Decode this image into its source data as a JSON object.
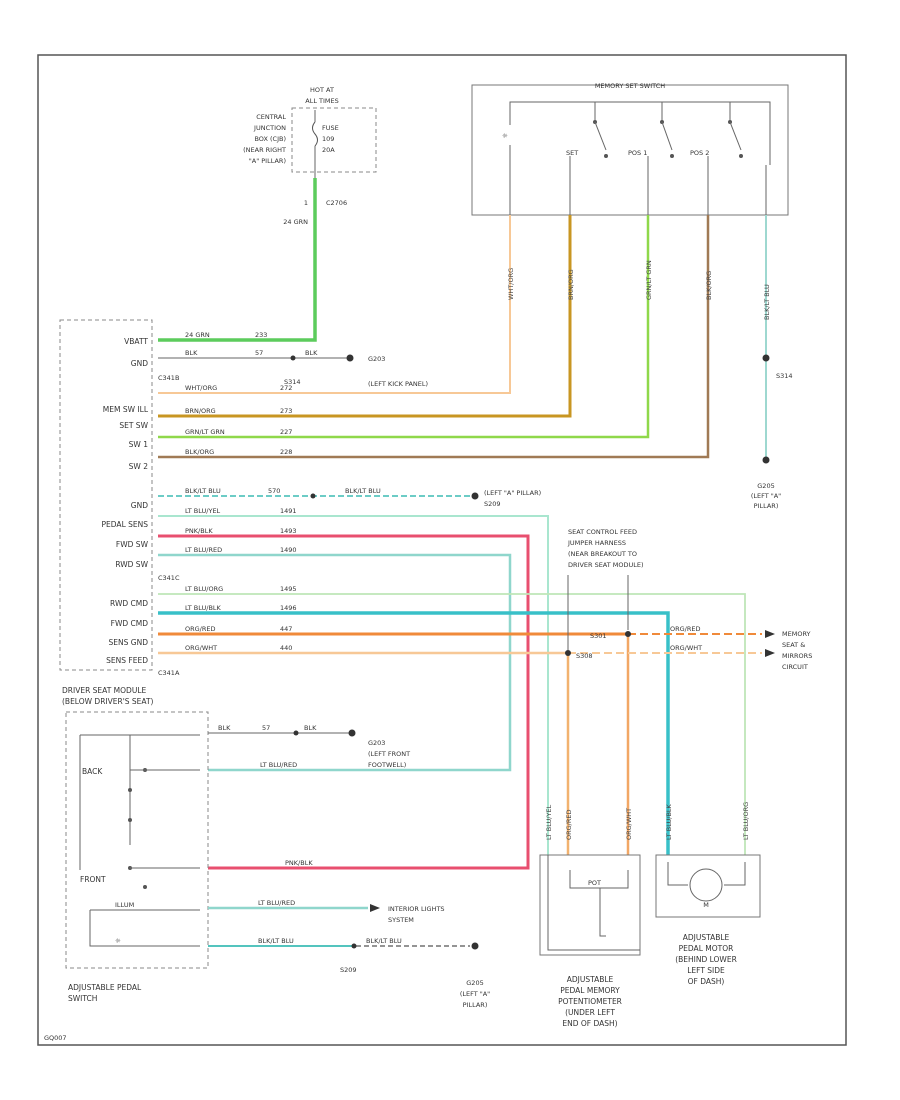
{
  "fuse_block": {
    "hot_at": "HOT AT",
    "all_times": "ALL TIMES",
    "location_lines": [
      "CENTRAL",
      "JUNCTION",
      "BOX (CJB)",
      "(NEAR RIGHT",
      "\"A\" PILLAR)"
    ],
    "fuse_label": "FUSE",
    "fuse_number": "109",
    "fuse_rating": "20A",
    "pin": "1",
    "connector": "C2706",
    "wire_label": "24 GRN"
  },
  "memory_switch": {
    "title": "MEMORY SET SWITCH",
    "switch_labels": [
      "SET",
      "POS 1",
      "POS 2"
    ],
    "wire_labels": [
      "WHT/ORG",
      "BRN/ORG",
      "GRN/LT GRN",
      "BLK/ORG",
      "BLK/LT BLU"
    ],
    "splice": "S314",
    "ground": "G205",
    "ground_location": [
      "(LEFT \"A\"",
      "PILLAR)"
    ]
  },
  "module": {
    "title": "DRIVER SEAT MODULE",
    "subtitle": "(BELOW DRIVER'S SEAT)",
    "connectors": [
      "C341B",
      "C341C",
      "C341A"
    ],
    "pin_names": [
      "VBATT",
      "GND",
      "MEM SW ILL",
      "SET SW",
      "SW 1",
      "SW 2",
      "GND",
      "PEDAL SENS",
      "FWD SW",
      "RWD SW",
      "RWD CMD",
      "FWD CMD",
      "SENS GND",
      "SENS FEED"
    ]
  },
  "wires": {
    "vbatt": "24 GRN",
    "vbatt_circuit": "233",
    "gnd": "BLK",
    "gnd_circuit": "57",
    "gnd_end": "BLK",
    "splice_top": "S314",
    "memsw": "WHT/ORG",
    "memsw_circuit": "272",
    "setsw": "BRN/ORG",
    "setsw_circuit": "273",
    "sw1": "GRN/LT GRN",
    "sw1_circuit": "227",
    "sw2": "BLK/ORG",
    "sw2_circuit": "228",
    "gnd2": "BLK/LT BLU",
    "gnd2_circuit": "570",
    "gnd2_end": "BLK/LT BLU",
    "pedal_sens": "LT BLU/YEL",
    "pedal_sens_circuit": "1491",
    "fwd_sw": "PNK/BLK",
    "fwd_sw_circuit": "1493",
    "rwd_sw": "LT BLU/RED",
    "rwd_sw_circuit": "1490",
    "rwd_cmd": "LT BLU/ORG",
    "rwd_cmd_circuit": "1495",
    "fwd_cmd": "LT BLU/BLK",
    "fwd_cmd_circuit": "1496",
    "sens_gnd": "ORG/RED",
    "sens_gnd_circuit": "447",
    "sens_feed": "ORG/WHT",
    "sens_feed_circuit": "440"
  },
  "grounds": {
    "g203": "G203",
    "g203_location": "(LEFT KICK PANEL)",
    "g205_location": "(LEFT \"A\" PILLAR)",
    "g205_code": "S209"
  },
  "jumper": {
    "lines": [
      "SEAT CONTROL FEED",
      "JUMPER HARNESS",
      "(NEAR BREAKOUT TO",
      "DRIVER SEAT MODULE)"
    ],
    "splice_a": "S301",
    "splice_b": "S308",
    "out_wire_1": "ORG/RED",
    "out_wire_2": "ORG/WHT",
    "destination": [
      "MEMORY",
      "SEAT &",
      "MIRRORS",
      "CIRCUIT"
    ]
  },
  "pedal_switch": {
    "back": "BACK",
    "front": "FRONT",
    "ground_wire": "BLK",
    "ground_end": "BLK",
    "ground_circuit": "57",
    "g203": "G203",
    "g203_location": [
      "(LEFT FRONT",
      "FOOTWELL)"
    ],
    "rwd_wire": "LT BLU/RED",
    "fwd_wire": "PNK/BLK",
    "ill_wire": "LT BLU/RED",
    "ill_dest": [
      "INTERIOR LIGHTS",
      "SYSTEM"
    ],
    "gnd_wire": "BLK/LT BLU",
    "gnd_end": "BLK/LT BLU",
    "splice": "S209",
    "g205": "G205",
    "g205_location": [
      "(LEFT \"A\"",
      "PILLAR)"
    ],
    "label": [
      "ADJUSTABLE PEDAL",
      "SWITCH"
    ],
    "illum_label": "ILLUM"
  },
  "potentiometer": {
    "label": [
      "ADJUSTABLE",
      "PEDAL MEMORY",
      "POTENTIOMETER",
      "(UNDER LEFT",
      "END OF DASH)"
    ],
    "wires": [
      "LT BLU/YEL",
      "ORG/RED",
      "ORG/WHT"
    ],
    "pot_label": "POT"
  },
  "motor": {
    "label": [
      "ADJUSTABLE",
      "PEDAL MOTOR",
      "(BEHIND LOWER",
      "LEFT SIDE",
      "OF DASH)"
    ],
    "wires": [
      "LT BLU/BLK",
      "LT BLU/ORG"
    ],
    "symbol": "M"
  },
  "footer_code": "GQ007"
}
